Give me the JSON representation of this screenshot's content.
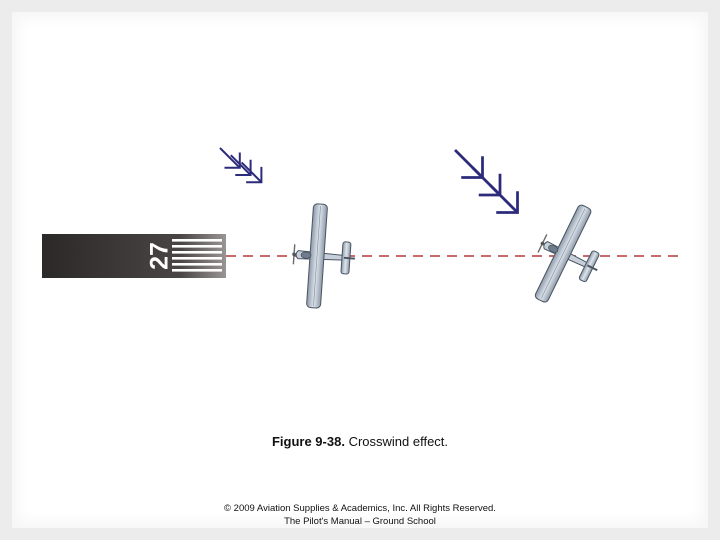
{
  "runway": {
    "number": "27"
  },
  "caption": {
    "figure": "Figure 9-38.",
    "text": "Crosswind effect."
  },
  "credit": {
    "line1": "© 2009 Aviation Supplies & Academics, Inc. All Rights Reserved.",
    "line2": "The Pilot's Manual – Ground School"
  },
  "colors": {
    "runway": "#2e2b2b",
    "centerline": "#b33a3a",
    "wind_arrow": "#2c2a7a",
    "aircraft": "#b9c4d0"
  }
}
